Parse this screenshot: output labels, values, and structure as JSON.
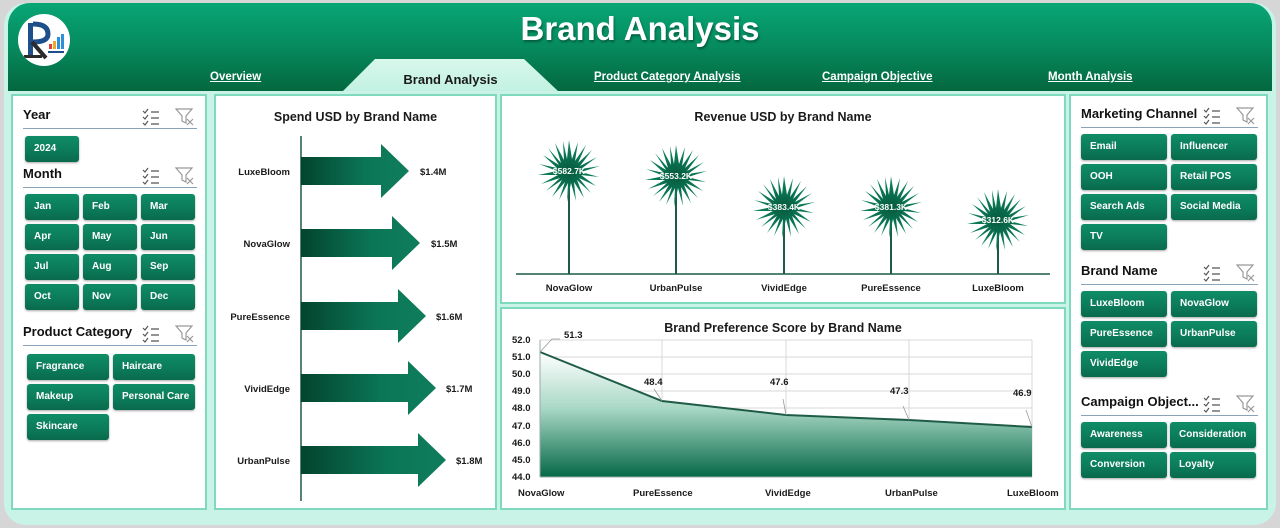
{
  "header": {
    "title": "Brand Analysis",
    "logo": "kpi-logo",
    "nav": [
      {
        "label": "Overview",
        "active": false
      },
      {
        "label": "Brand Analysis",
        "active": true
      },
      {
        "label": "Product Category Analysis",
        "active": false
      },
      {
        "label": "Campaign Objective",
        "active": false
      },
      {
        "label": "Month Analysis",
        "active": false
      }
    ]
  },
  "left_slicers": {
    "year": {
      "title": "Year",
      "items": [
        "2024"
      ]
    },
    "month": {
      "title": "Month",
      "items": [
        "Jan",
        "Feb",
        "Mar",
        "Apr",
        "May",
        "Jun",
        "Jul",
        "Aug",
        "Sep",
        "Oct",
        "Nov",
        "Dec"
      ]
    },
    "product_category": {
      "title": "Product Category",
      "items": [
        "Fragrance",
        "Haircare",
        "Makeup",
        "Personal Care",
        "Skincare"
      ]
    }
  },
  "right_slicers": {
    "marketing_channel": {
      "title": "Marketing Channel",
      "items": [
        "Email",
        "Influencer",
        "OOH",
        "Retail POS",
        "Search Ads",
        "Social Media",
        "TV"
      ]
    },
    "brand_name": {
      "title": "Brand Name",
      "items": [
        "LuxeBloom",
        "NovaGlow",
        "PureEssence",
        "UrbanPulse",
        "VividEdge"
      ]
    },
    "campaign_objective": {
      "title": "Campaign Object...",
      "items": [
        "Awareness",
        "Consideration",
        "Conversion",
        "Loyalty"
      ]
    }
  },
  "icons": {
    "multi_select": "multi-select-icon",
    "clear_filter": "clear-filter-icon"
  },
  "colors": {
    "accent": "#0b7a58",
    "header_top": "#08a675",
    "header_bottom": "#04673f",
    "panel_border": "#7fd9bd",
    "background": "#c9f3e6"
  },
  "chart_data": [
    {
      "type": "bar",
      "title": "Spend USD by Brand Name",
      "orientation": "horizontal",
      "categories": [
        "LuxeBloom",
        "NovaGlow",
        "PureEssence",
        "VividEdge",
        "UrbanPulse"
      ],
      "values": [
        1.4,
        1.5,
        1.6,
        1.7,
        1.8
      ],
      "value_labels": [
        "$1.4M",
        "$1.5M",
        "$1.6M",
        "$1.7M",
        "$1.8M"
      ],
      "unit": "USD millions",
      "xlabel": "",
      "ylabel": ""
    },
    {
      "type": "bar",
      "title": "Revenue USD by Brand Name",
      "style": "lollipop-starburst",
      "categories": [
        "NovaGlow",
        "UrbanPulse",
        "VividEdge",
        "PureEssence",
        "LuxeBloom"
      ],
      "values": [
        582.7,
        553.2,
        383.4,
        381.3,
        312.6
      ],
      "value_labels": [
        "$582.7K",
        "$553.2K",
        "$383.4K",
        "$381.3K",
        "$312.6K"
      ],
      "unit": "USD thousands",
      "xlabel": "",
      "ylabel": ""
    },
    {
      "type": "area",
      "title": "Brand Preference Score by Brand Name",
      "categories": [
        "NovaGlow",
        "PureEssence",
        "VividEdge",
        "UrbanPulse",
        "LuxeBloom"
      ],
      "values": [
        51.3,
        48.4,
        47.6,
        47.3,
        46.9
      ],
      "value_labels": [
        "51.3",
        "48.4",
        "47.6",
        "47.3",
        "46.9"
      ],
      "yticks": [
        "52.0",
        "51.0",
        "50.0",
        "49.0",
        "48.0",
        "47.0",
        "46.0",
        "45.0",
        "44.0"
      ],
      "ylim": [
        44,
        52
      ],
      "grid": true,
      "xlabel": "",
      "ylabel": ""
    }
  ]
}
